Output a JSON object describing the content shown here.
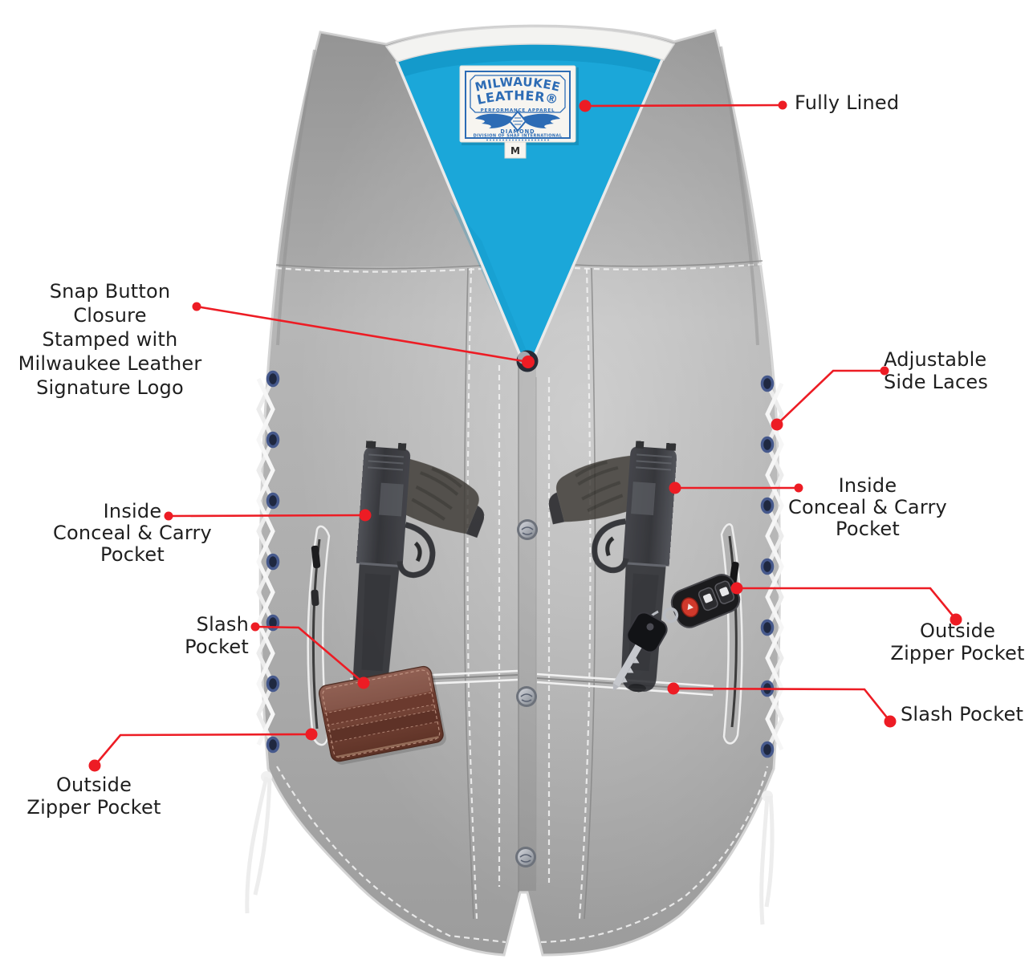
{
  "diagram": {
    "title": "Milwaukee Leather vest feature diagram",
    "background_color": "#ffffff",
    "accent_red": "#ed1c24",
    "text_color": "#1f1f1f"
  },
  "product": {
    "leather_gray": "#a9a9a9",
    "lining_blue": "#1ba7d9",
    "tag_blue": "#2d6cb5",
    "wallet_brown": "#74463a"
  },
  "garment_tag": {
    "brand_line1": "MILWAUKEE",
    "brand_line2": "LEATHER®",
    "subtitle": "PERFORMANCE APPAREL",
    "banner": "DIAMOND",
    "footer": "DIVISION OF SHAF INTERNATIONAL",
    "size": "M"
  },
  "callouts": {
    "fully_lined": "Fully Lined",
    "snap_button_closure": "Snap Button Closure\nStamped with\nMilwaukee Leather\nSignature Logo",
    "adjustable_side_laces": "Adjustable\nSide Laces",
    "inside_conceal_carry_left": "Inside\nConceal & Carry\nPocket",
    "inside_conceal_carry_right": "Inside\nConceal & Carry\nPocket",
    "slash_pocket_left": "Slash Pocket",
    "slash_pocket_right": "Slash Pocket",
    "outside_zipper_pocket_left": "Outside\nZipper Pocket",
    "outside_zipper_pocket_right": "Outside\nZipper Pocket"
  }
}
